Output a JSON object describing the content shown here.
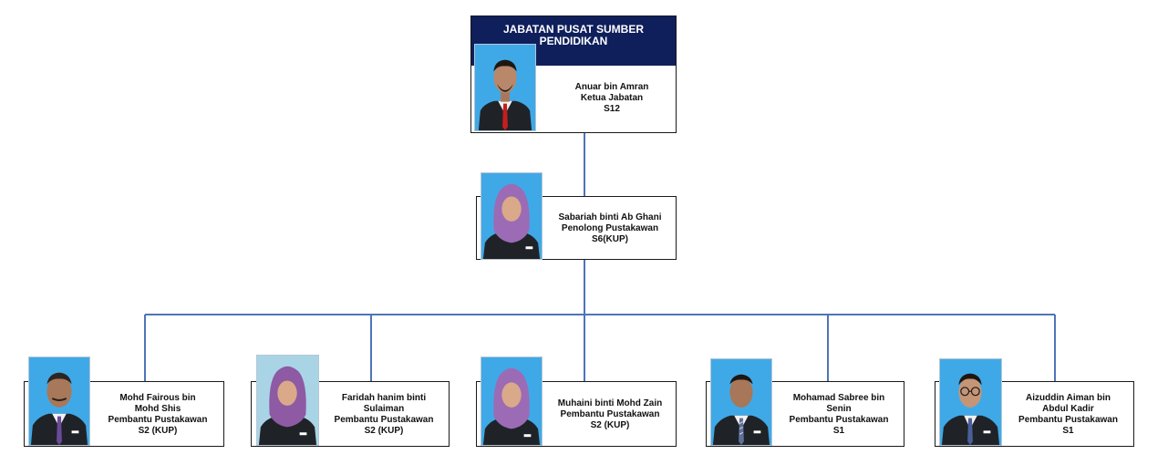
{
  "department": {
    "title_line1": "JABATAN PUSAT SUMBER",
    "title_line2": "PENDIDIKAN"
  },
  "head": {
    "name": "Anuar bin Amran",
    "role": "Ketua Jabatan",
    "grade": "S12",
    "photo_icon": "portrait-man-red-tie"
  },
  "deputy": {
    "name": "Sabariah binti Ab Ghani",
    "role": "Penolong Pustakawan",
    "grade": "S6(KUP)",
    "photo_icon": "portrait-woman-purple-hijab"
  },
  "staff": [
    {
      "name_line1": "Mohd Fairous bin",
      "name_line2": "Mohd Shis",
      "role": "Pembantu Pustakawan",
      "grade": "S2 (KUP)",
      "photo_icon": "portrait-man-purple-tie"
    },
    {
      "name_line1": "Faridah hanim binti",
      "name_line2": "Sulaiman",
      "role": "Pembantu Pustakawan",
      "grade": "S2 (KUP)",
      "photo_icon": "portrait-woman-purple-hijab"
    },
    {
      "name_line1": "Muhaini binti Mohd Zain",
      "name_line2": "",
      "role": "Pembantu Pustakawan",
      "grade": "S2 (KUP)",
      "photo_icon": "portrait-woman-purple-hijab"
    },
    {
      "name_line1": "Mohamad Sabree bin",
      "name_line2": "Senin",
      "role": "Pembantu Pustakawan",
      "grade": "S1",
      "photo_icon": "portrait-man-striped-tie"
    },
    {
      "name_line1": "Aizuddin Aiman bin",
      "name_line2": "Abdul Kadir",
      "role": "Pembantu Pustakawan",
      "grade": "S1",
      "photo_icon": "portrait-man-glasses"
    }
  ],
  "colors": {
    "header_band": "#0f1f5c",
    "connector": "#4f74b8",
    "photo_background": "#3fa9e8",
    "suit": "#1f2328",
    "hijab": "#9c6bb5"
  }
}
